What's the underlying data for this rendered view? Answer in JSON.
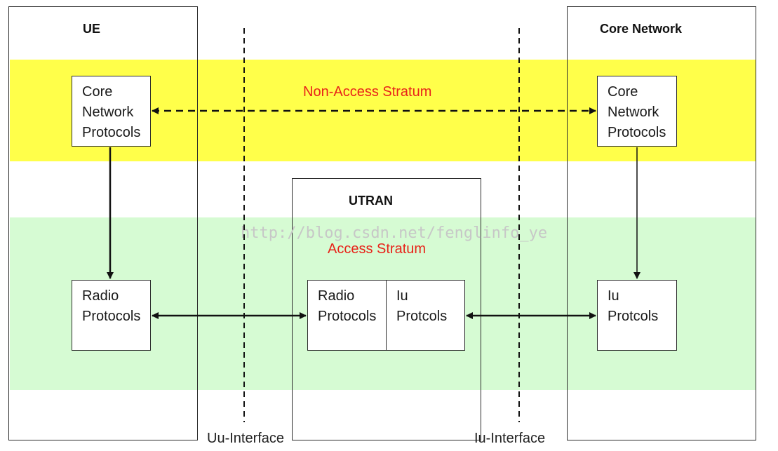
{
  "domains": {
    "ue": {
      "title": "UE"
    },
    "core_network": {
      "title": "Core Network"
    },
    "utran": {
      "title": "UTRAN"
    }
  },
  "strata": {
    "non_access": "Non-Access Stratum",
    "access": "Access Stratum"
  },
  "blocks": {
    "ue_core_protocols": "Core\nNetwork\nProtocols",
    "ue_radio_protocols": "Radio\nProtocols",
    "utran_radio_protocols": "Radio\nProtocols",
    "utran_iu_protocols": "Iu\nProtcols",
    "cn_core_protocols": "Core\nNetwork\nProtocols",
    "cn_iu_protocols": "Iu\nProtcols"
  },
  "interfaces": {
    "uu": "Uu-Interface",
    "iu": "Iu-Interface"
  },
  "watermark": "http://blog.csdn.net/fenglinfo_ye",
  "colors": {
    "non_access_band": "#ffff4a",
    "access_band": "#d6fbd3",
    "stratum_label": "#e8231a"
  }
}
